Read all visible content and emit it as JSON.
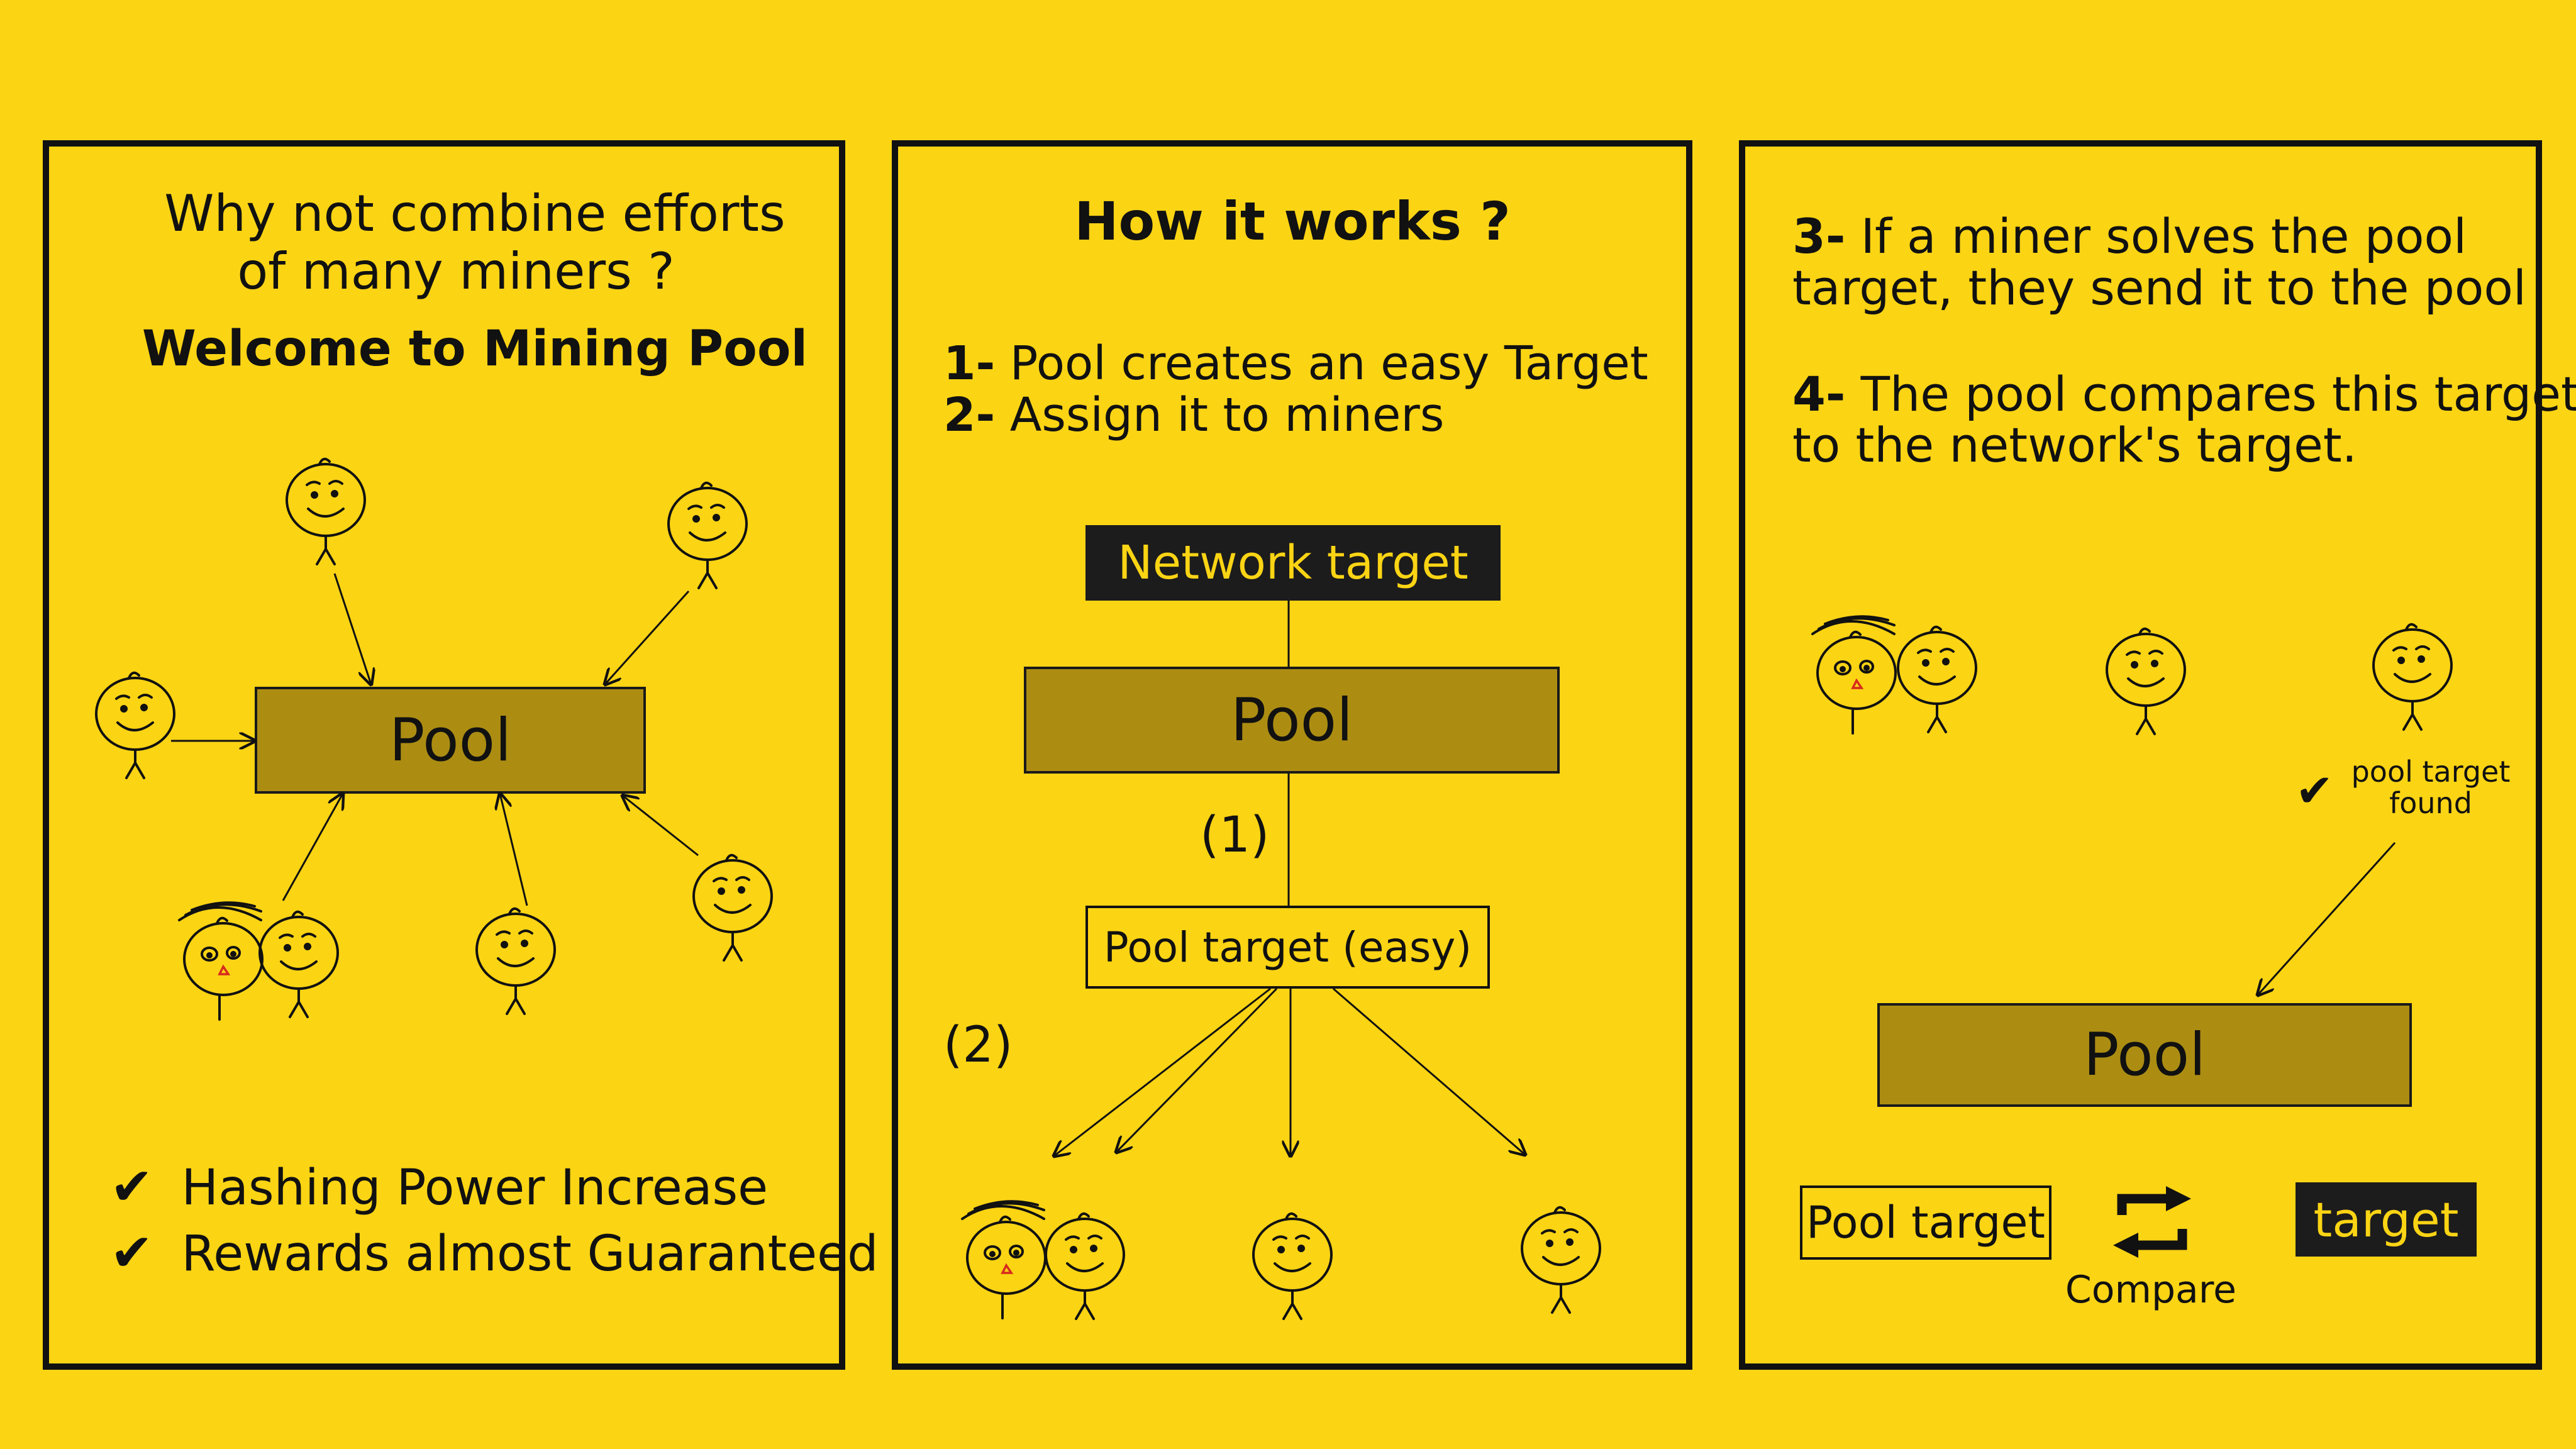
{
  "panel1": {
    "question_line1": "Why not combine efforts",
    "question_line2": "of many miners ?",
    "welcome": "Welcome to Mining Pool",
    "pool_label": "Pool",
    "benefits": [
      "Hashing Power Increase",
      "Rewards almost Guaranteed"
    ],
    "check_glyph": "✔"
  },
  "panel2": {
    "title": "How it works ?",
    "step1_num": "1-",
    "step1_text": "Pool creates an easy Target",
    "step2_num": "2-",
    "step2_text": "Assign it to miners",
    "network_target": "Network target",
    "pool_label": "Pool",
    "marker1": "(1)",
    "pool_target": "Pool target (easy)",
    "marker2": "(2)"
  },
  "panel3": {
    "step3_num": "3-",
    "step3_line1": "If a miner solves the pool",
    "step3_line2": "target, they send it to the pool",
    "step4_num": "4-",
    "step4_line1": "The pool compares this target",
    "step4_line2": "to the network's target.",
    "found_line1": "pool target",
    "found_line2": "found",
    "check_glyph": "✔",
    "pool_label": "Pool",
    "pool_target": "Pool target",
    "compare": "Compare",
    "target": "target"
  },
  "colors": {
    "background": "#FBD414",
    "pool_box": "#AC8D12",
    "dark_box": "#1C1C1C",
    "ink": "#111111",
    "mouth_red": "#D62A1E"
  },
  "icons": {
    "miner": "stick-figure-miner-icon",
    "check": "check-icon",
    "compare": "swap-arrows-icon"
  }
}
